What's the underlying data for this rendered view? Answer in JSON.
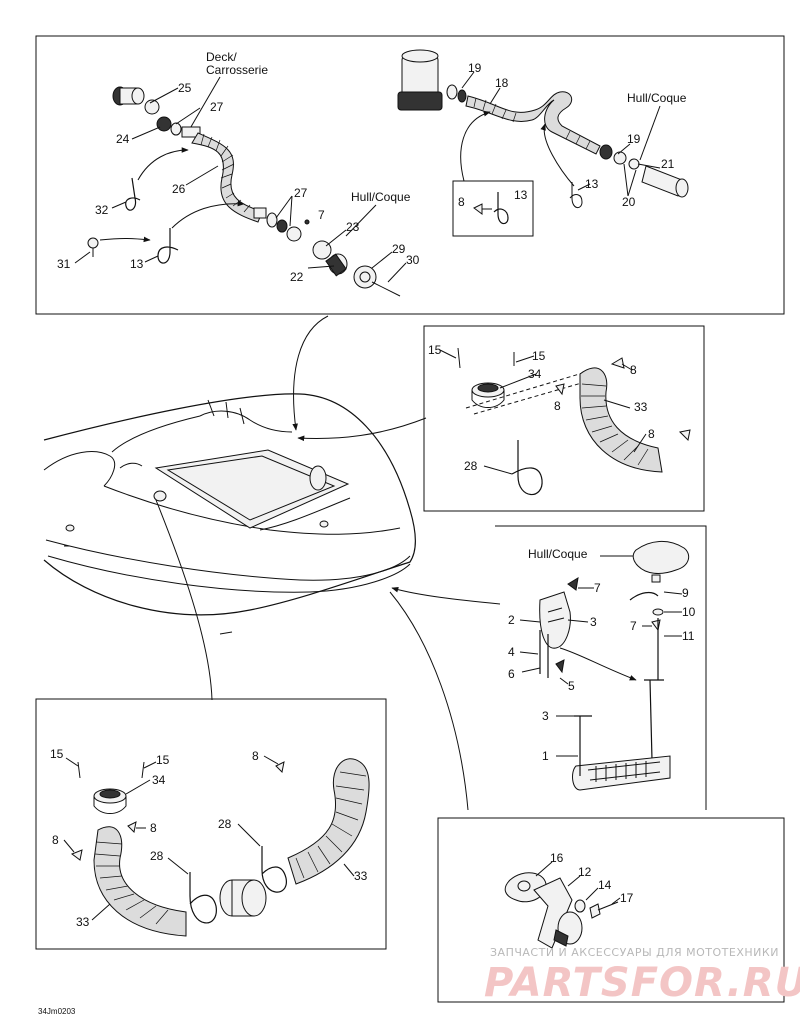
{
  "figure": {
    "drawing_code": "34Jm0203",
    "zone_labels": {
      "deck": [
        "Deck/",
        "Carrosserie"
      ],
      "hull_top_panel": "Hull/Coque",
      "hull_bracket_panel": "Hull/Coque",
      "hull_pump_panel": "Hull/Coque"
    }
  },
  "callouts": {
    "p1": [
      "25",
      "27",
      "24",
      "26",
      "32",
      "31",
      "13",
      "27",
      "7",
      "23",
      "22",
      "29",
      "30"
    ],
    "p2": [
      "19",
      "18",
      "19",
      "21",
      "20",
      "13",
      "8",
      "13"
    ],
    "p3": [
      "15",
      "15",
      "34",
      "8",
      "8",
      "33",
      "8",
      "28"
    ],
    "p4": [
      "7",
      "2",
      "3",
      "4",
      "6",
      "5",
      "9",
      "10",
      "7",
      "11",
      "3",
      "1"
    ],
    "p5": [
      "15",
      "15",
      "34",
      "8",
      "8",
      "8",
      "28",
      "28",
      "33",
      "33"
    ],
    "p6": [
      "16",
      "12",
      "14",
      "17"
    ]
  },
  "watermark": {
    "top_line": "ЗАПЧАСТИ И АКСЕССУАРЫ ДЛЯ МОТОТЕХНИКИ",
    "brand": "PARTSFOR.RU"
  }
}
